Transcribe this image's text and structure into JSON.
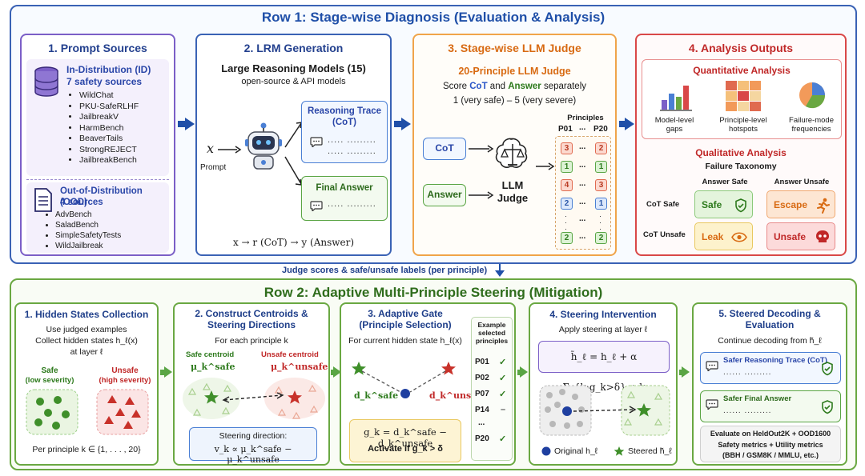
{
  "row1": {
    "title": "Row 1: Stage-wise Diagnosis (Evaluation & Analysis)",
    "p1": {
      "title": "1. Prompt Sources",
      "id_head": "In-Distribution (ID)",
      "id_sub": "7 safety sources",
      "id_items": [
        "WildChat",
        "PKU-SafeRLHF",
        "JailbreakV",
        "HarmBench",
        "BeaverTails",
        "StrongREJECT",
        "JailbreakBench"
      ],
      "ood_head": "Out-of-Distribution (OOD)",
      "ood_sub": "4 sources",
      "ood_items": [
        "AdvBench",
        "SaladBench",
        "SimpleSafetyTests",
        "WildJailbreak"
      ]
    },
    "p2": {
      "title": "2. LRM Generation",
      "head": "Large Reasoning Models (15)",
      "sub": "open-source & API models",
      "x": "x",
      "prompt": "Prompt",
      "trace1": "Reasoning Trace",
      "trace2": "(CoT)",
      "final": "Final Answer",
      "dots": "..... .........",
      "formula": "x → r (CoT) → y (Answer)"
    },
    "p3": {
      "title": "3. Stage-wise LLM Judge",
      "sub": "20-Principle LLM Judge",
      "score_pre": "Score",
      "score_cot": "CoT",
      "score_mid": "and",
      "score_ans": "Answer",
      "score_post": "separately",
      "scale": "1 (very safe) – 5 (very severe)",
      "cot": "CoT",
      "answer": "Answer",
      "judge1": "LLM",
      "judge2": "Judge",
      "principles": "Principles",
      "p01": "P01",
      "ell": "...",
      "p20": "P20",
      "left_scores": [
        "3",
        "1",
        "4",
        "2",
        "2"
      ],
      "right_scores": [
        "2",
        "1",
        "3",
        "1",
        "2"
      ]
    },
    "p4": {
      "title": "4. Analysis Outputs",
      "quant": "Quantitative Analysis",
      "q1": [
        "Model-level",
        "gaps"
      ],
      "q2": [
        "Principle-level",
        "hotspots"
      ],
      "q3": [
        "Failure-mode",
        "frequencies"
      ],
      "qual": "Qualitative Analysis",
      "tax": "Failure Taxonomy",
      "ans_safe": "Answer Safe",
      "ans_unsafe": "Answer Unsafe",
      "cot_safe": "CoT Safe",
      "cot_unsafe": "CoT Unsafe",
      "safe": "Safe",
      "escape": "Escape",
      "leak": "Leak",
      "unsafe": "Unsafe"
    }
  },
  "connector": "Judge scores & safe/unsafe labels (per principle)",
  "row2": {
    "title": "Row 2: Adaptive Multi-Principle Steering (Mitigation)",
    "s1": {
      "title": "1. Hidden States Collection",
      "l1": "Use judged examples",
      "l2": "Collect hidden states h_ℓ(x)",
      "l3": "at layer ℓ",
      "safe": "Safe",
      "safe_sub": "(low severity)",
      "unsafe": "Unsafe",
      "unsafe_sub": "(high severity)",
      "foot": "Per principle k ∈ {1, . . . , 20}"
    },
    "s2": {
      "title1": "2. Construct Centroids &",
      "title2": "Steering Directions",
      "sub": "For each principle k",
      "safe_c": "Safe centroid",
      "unsafe_c": "Unsafe centroid",
      "mu_safe": "μ_k^safe",
      "mu_unsafe": "μ_k^unsafe",
      "dir": "Steering direction:",
      "dir_eq": "v_k ∝ μ_k^safe − μ_k^unsafe"
    },
    "s3": {
      "title1": "3. Adaptive Gate",
      "title2": "(Principle Selection)",
      "sub": "For current hidden state h_ℓ(x)",
      "d_safe": "d_k^safe",
      "d_unsafe": "d_k^unsafe",
      "gate_eq": "g_k = d_k^safe − d_k^unsafe",
      "activate": "Activate if g_k > δ",
      "ex_head": [
        "Example",
        "selected",
        "principles"
      ],
      "ex_rows": [
        {
          "p": "P01",
          "m": "✓"
        },
        {
          "p": "P02",
          "m": "✓"
        },
        {
          "p": "P07",
          "m": "✓"
        },
        {
          "p": "P14",
          "m": "–"
        },
        {
          "p": "...",
          "m": ""
        },
        {
          "p": "P20",
          "m": "✓"
        }
      ]
    },
    "s4": {
      "title": "4. Steering Intervention",
      "sub": "Apply steering at layer ℓ",
      "eq": "h̃_ℓ = h_ℓ + α Σ_{k:g_k>δ} v_k",
      "orig": "Original h_ℓ",
      "steered": "Steered h̃_ℓ"
    },
    "s5": {
      "title1": "5. Steered Decoding &",
      "title2": "Evaluation",
      "sub": "Continue decoding from h̃_ℓ",
      "trace": "Safer Reasoning Trace (CoT)",
      "final": "Safer Final Answer",
      "dots": "...... .........",
      "eval1": "Evaluate on HeldOut2K + OOD1600",
      "eval2": "Safety metrics + Utility metrics",
      "eval3": "(BBH / GSM8K / MMLU, etc.)"
    }
  },
  "colors": {
    "row1": "#3a62b5",
    "row2": "#6aa842",
    "safe_red": "#c8312a",
    "safe_green": "#2f7a22"
  }
}
